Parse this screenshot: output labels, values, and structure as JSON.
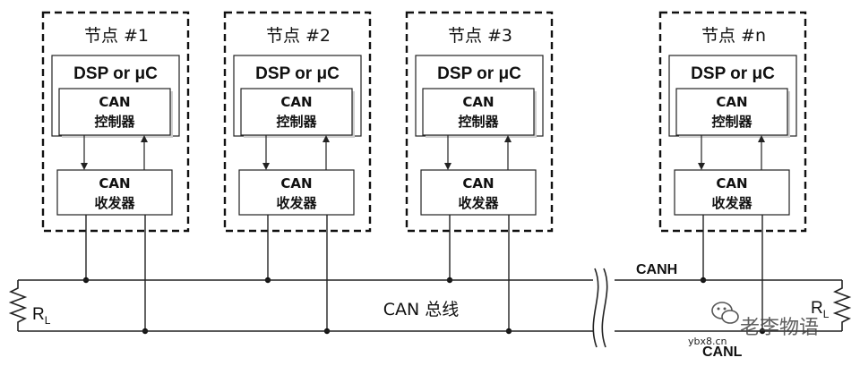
{
  "nodes": [
    {
      "title": "节点 #1",
      "processor": "DSP or μC",
      "controller": [
        "CAN",
        "控制器"
      ],
      "transceiver": [
        "CAN",
        "收发器"
      ]
    },
    {
      "title": "节点 #2",
      "processor": "DSP or μC",
      "controller": [
        "CAN",
        "控制器"
      ],
      "transceiver": [
        "CAN",
        "收发器"
      ]
    },
    {
      "title": "节点 #3",
      "processor": "DSP or μC",
      "controller": [
        "CAN",
        "控制器"
      ],
      "transceiver": [
        "CAN",
        "收发器"
      ]
    },
    {
      "title": "节点 #n",
      "processor": "DSP or μC",
      "controller": [
        "CAN",
        "控制器"
      ],
      "transceiver": [
        "CAN",
        "收发器"
      ]
    }
  ],
  "bus": {
    "title": "CAN 总线",
    "canh": "CANH",
    "canl": "CANL",
    "resistor": {
      "base": "R",
      "sub": "L"
    }
  },
  "watermark": {
    "text": "老李物语",
    "url": "ybx8.cn"
  },
  "icons": {
    "watermark": "wechat-icon"
  }
}
